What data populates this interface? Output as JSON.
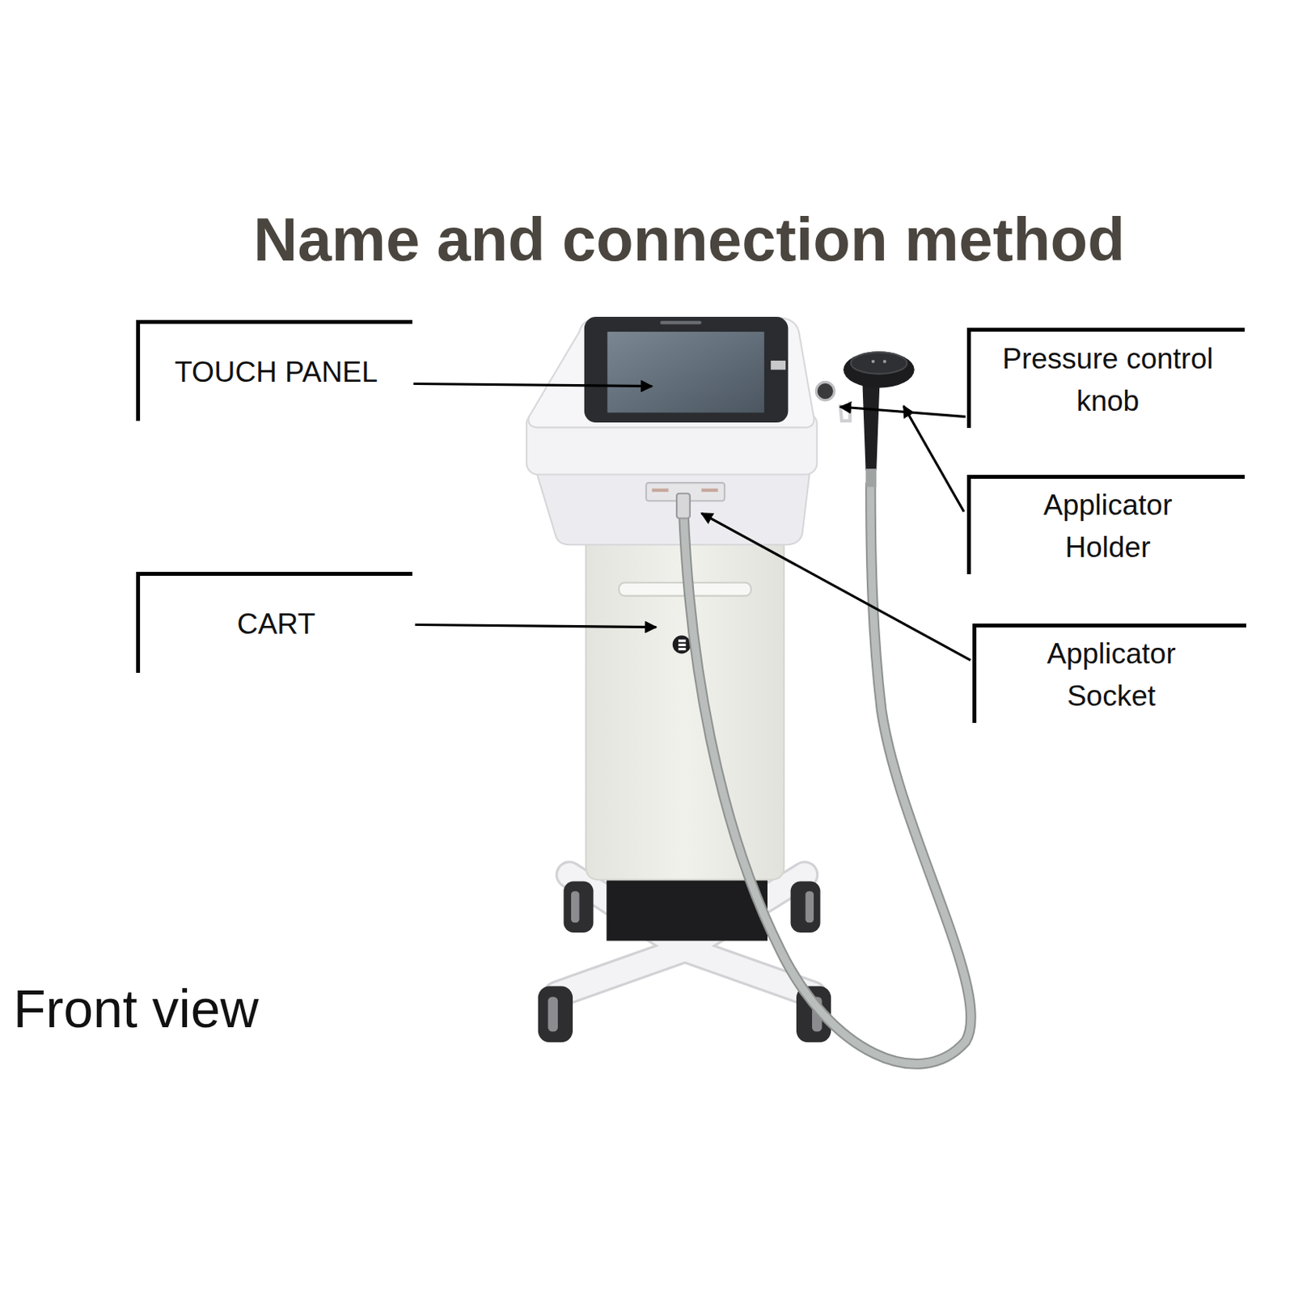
{
  "diagram": {
    "title": "Name and connection method",
    "nodes": [
      {
        "text": [
          "TOUCH PANEL"
        ]
      },
      {
        "text": [
          "CART"
        ]
      },
      {
        "text": [
          "Pressure control knob"
        ]
      },
      {
        "text": [
          "Applicator Holder"
        ]
      },
      {
        "text": [
          "Applicator Socket"
        ]
      }
    ],
    "labels": [
      "Front view"
    ]
  }
}
